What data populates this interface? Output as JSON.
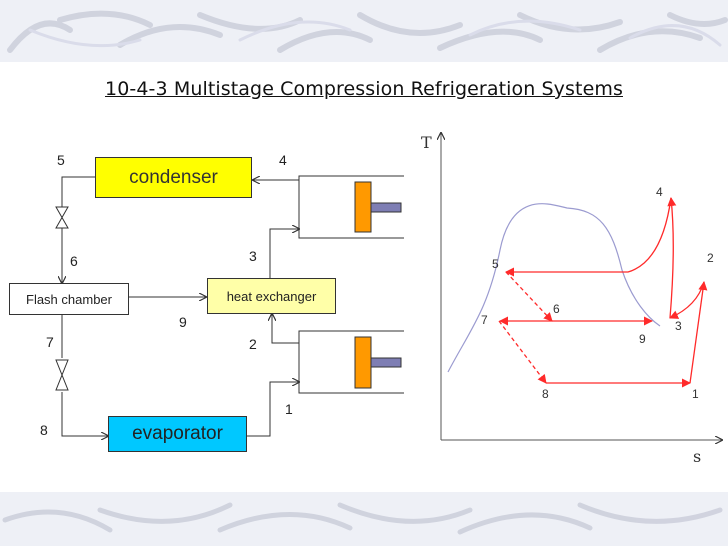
{
  "title": "10-4-3 Multistage Compression Refrigeration Systems",
  "schematic": {
    "components": {
      "condenser": "condenser",
      "flash_chamber": "Flash chamber",
      "heat_exchanger": "heat exchanger",
      "evaporator": "evaporator"
    },
    "state_labels": [
      "1",
      "2",
      "3",
      "4",
      "5",
      "6",
      "7",
      "8",
      "9"
    ]
  },
  "ts_diagram": {
    "y_axis_label": "T",
    "x_axis_label": "s",
    "points": [
      "1",
      "2",
      "3",
      "4",
      "5",
      "6",
      "7",
      "8",
      "9"
    ]
  },
  "colors": {
    "condenser": "#ffff00",
    "heat_exchanger": "#ffffa8",
    "evaporator": "#00c8ff",
    "piston": "#ff9900",
    "cycle_lines": "#ff2a2a",
    "saturation_dome": "#9b9bd0"
  }
}
